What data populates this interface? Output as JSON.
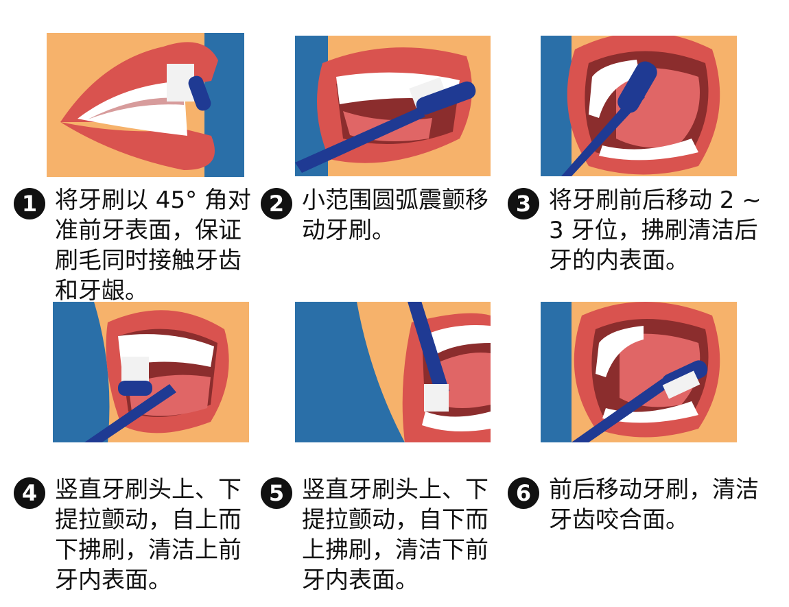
{
  "colors": {
    "background": "#f6b26b",
    "cheek": "#2a6fa8",
    "lip": "#d9534f",
    "gum": "#e26a6a",
    "tongue": "#e06666",
    "tooth": "#ffffff",
    "brush": "#1f3a93",
    "text": "#111111"
  },
  "steps": [
    {
      "number": "1",
      "text": "将牙刷以 45° 角对\n准前牙表面，保证\n刷毛同时接触牙齿\n和牙龈。",
      "icon": "toothbrush-45-degree-icon"
    },
    {
      "number": "2",
      "text": "小范围圆弧震颤移\n动牙刷。",
      "icon": "toothbrush-circular-icon"
    },
    {
      "number": "3",
      "text": "将牙刷前后移动 2 ~\n3 牙位，拂刷清洁后\n牙的内表面。",
      "icon": "toothbrush-back-teeth-icon"
    },
    {
      "number": "4",
      "text": "竖直牙刷头上、下\n提拉颤动，自上而\n下拂刷，清洁上前\n牙内表面。",
      "icon": "toothbrush-upper-inner-icon"
    },
    {
      "number": "5",
      "text": "竖直牙刷头上、下\n提拉颤动，自下而\n上拂刷，清洁下前\n牙内表面。",
      "icon": "toothbrush-lower-inner-icon"
    },
    {
      "number": "6",
      "text": "前后移动牙刷，清洁\n牙齿咬合面。",
      "icon": "toothbrush-chewing-surface-icon"
    }
  ]
}
